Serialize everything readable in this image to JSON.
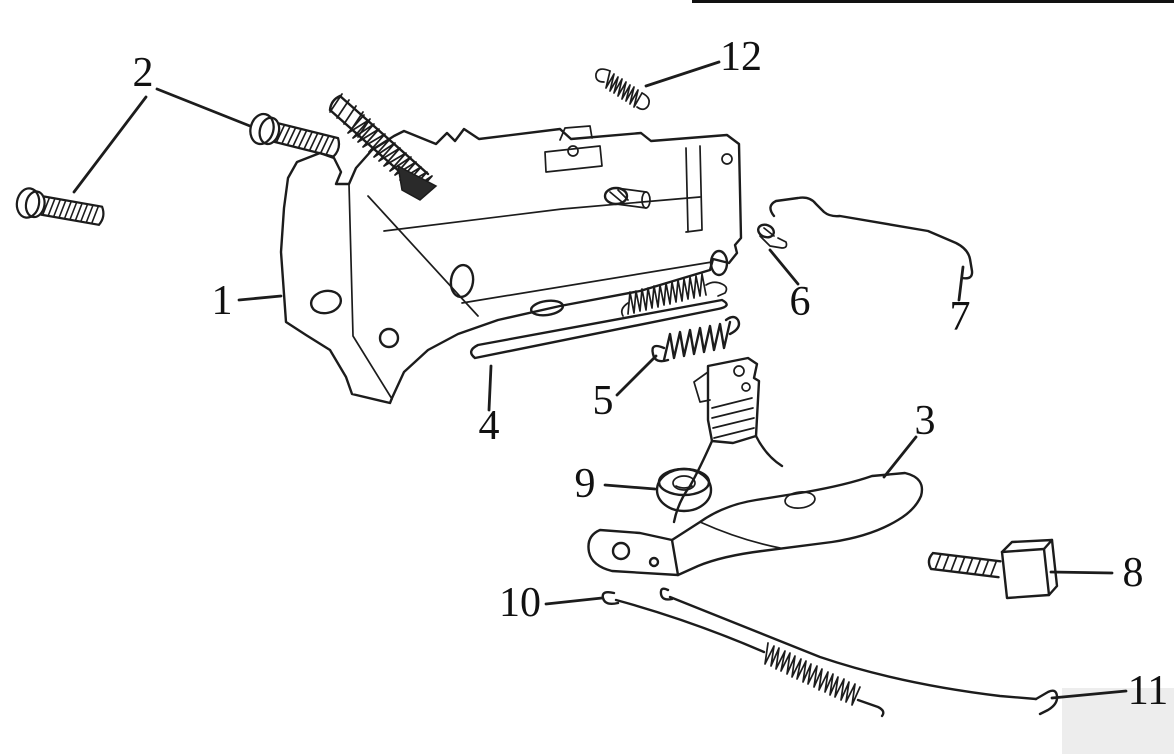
{
  "canvas": {
    "background": "#ffffff",
    "line_color": "#1c1c1c"
  },
  "figure": {
    "kind_label": ""
  },
  "callouts": [
    {
      "label": "1"
    },
    {
      "label": "2"
    },
    {
      "label": "3"
    },
    {
      "label": "4"
    },
    {
      "label": "5"
    },
    {
      "label": "6"
    },
    {
      "label": "7"
    },
    {
      "label": "8"
    },
    {
      "label": "9"
    },
    {
      "label": "10"
    },
    {
      "label": "11"
    },
    {
      "label": "12"
    }
  ]
}
